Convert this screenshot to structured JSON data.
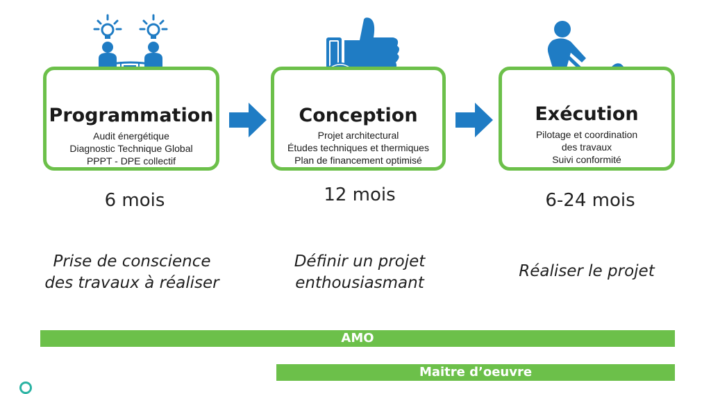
{
  "stages": [
    {
      "title": "Programmation",
      "items": [
        "Audit énergétique",
        "Diagnostic Technique Global",
        "PPPT - DPE collectif"
      ],
      "duration": "6 mois",
      "goal": [
        "Prise de conscience",
        "des travaux à réaliser"
      ],
      "icon": "meeting-lightbulbs-icon"
    },
    {
      "title": "Conception",
      "items": [
        "Projet architectural",
        "Études techniques et thermiques",
        "Plan de financement optimisé"
      ],
      "duration": "12 mois",
      "goal": [
        "Définir un projet",
        "enthousiasmant"
      ],
      "icon": "thumbs-up-clock-icon"
    },
    {
      "title": "Exécution",
      "items": [
        "Pilotage et coordination",
        "des travaux",
        "Suivi conformité"
      ],
      "duration": "6-24 mois",
      "goal": [
        "Réaliser le projet"
      ],
      "icon": "worker-shovel-icon"
    }
  ],
  "bars": [
    {
      "label": "AMO"
    },
    {
      "label": "Maitre d’oeuvre"
    }
  ],
  "colors": {
    "green": "#6cc04a",
    "blue": "#1f7cc4",
    "text": "#1a1a1a"
  }
}
